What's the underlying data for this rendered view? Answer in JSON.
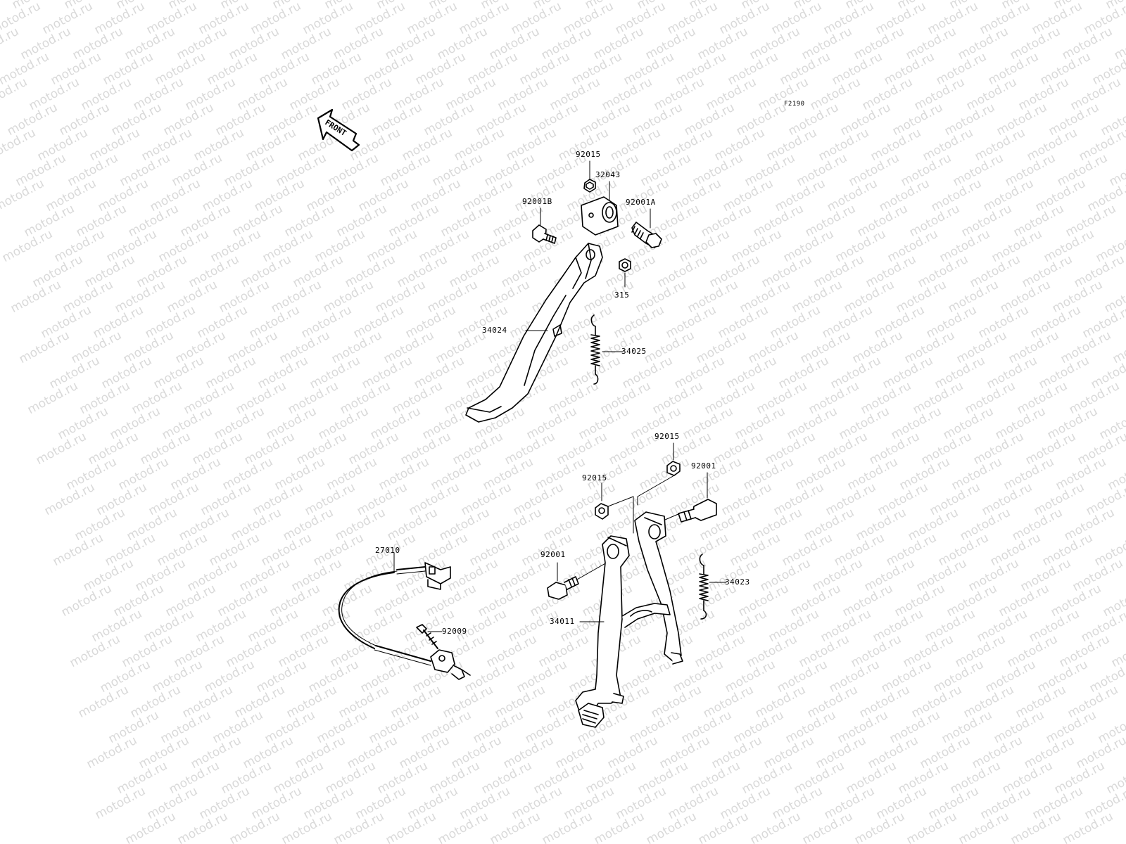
{
  "diagram": {
    "ref_code": "F2190",
    "front_label": "FRONT",
    "watermark": "motod.ru",
    "parts": {
      "p92015_top": "92015",
      "p32043": "32043",
      "p92001B": "92001B",
      "p92001A": "92001A",
      "p315": "315",
      "p34024": "34024",
      "p34025": "34025",
      "p92015_r": "92015",
      "p92015_l": "92015",
      "p92001_r": "92001",
      "p92001_l": "92001",
      "p27010": "27010",
      "p34023": "34023",
      "p34011": "34011",
      "p92009": "92009"
    }
  }
}
